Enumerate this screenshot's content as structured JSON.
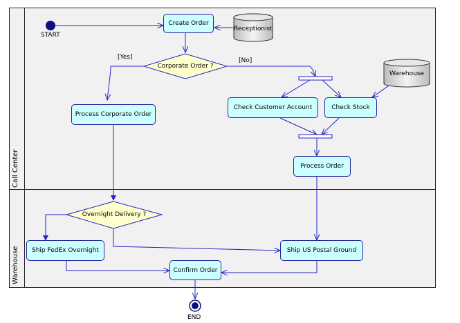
{
  "lanes": [
    {
      "label": "Call Center"
    },
    {
      "label": "Warehouse"
    }
  ],
  "nodes": {
    "start": "START",
    "end": "END",
    "create_order": "Create Order",
    "corporate_decision": "Corporate Order ?",
    "yes_guard": "[Yes]",
    "no_guard": "[No]",
    "process_corporate": "Process Corporate Order",
    "check_customer": "Check Customer Account",
    "check_stock": "Check Stock",
    "process_order": "Process Order",
    "overnight_decision": "Overnight Delivery ?",
    "ship_fedex": "Ship FedEx Overnight",
    "ship_us": "Ship US Postal Ground",
    "confirm_order": "Confirm Order"
  },
  "objects": {
    "receptionist": "Receptionist",
    "warehouse": "Warehouse"
  },
  "colors": {
    "activity_fill": "#ccffff",
    "decision_fill": "#ffffcc",
    "line": "#2323c8",
    "start_fill": "#0d0d80"
  }
}
